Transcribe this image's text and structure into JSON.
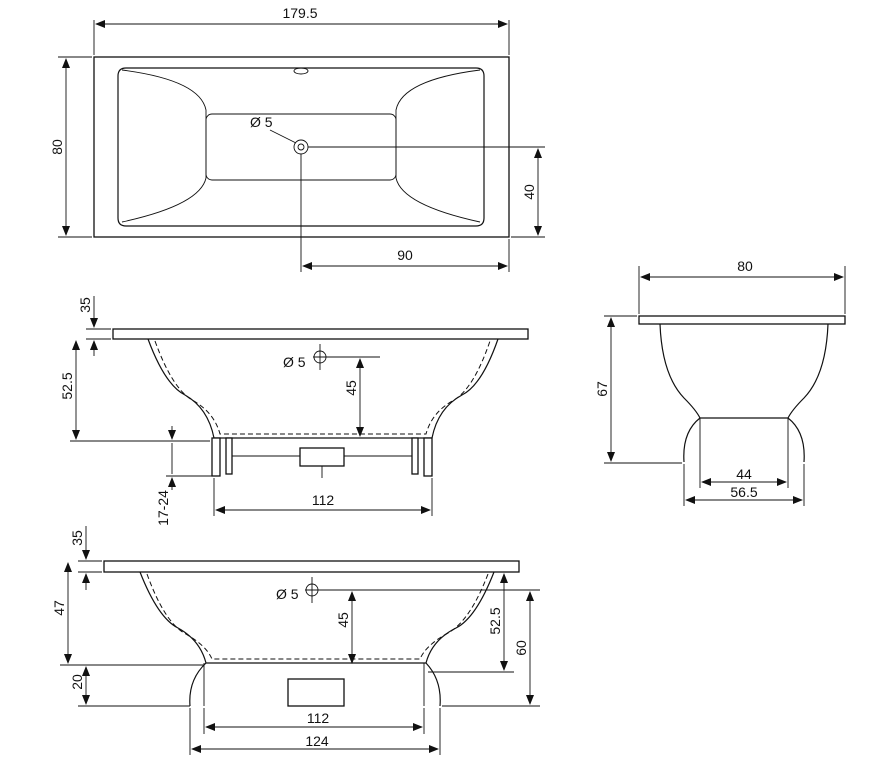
{
  "top_view": {
    "length": "179.5",
    "width": "80",
    "drain_diameter": "Ø 5",
    "drain_offset_y": "40",
    "drain_offset_x": "90"
  },
  "side_view_1": {
    "rim": "35",
    "depth": "52.5",
    "drain_diameter": "Ø 5",
    "drain_height": "45",
    "feet_adjust": "17-24",
    "base_length": "112"
  },
  "end_view": {
    "width": "80",
    "height": "67",
    "inner_base": "44",
    "outer_base": "56.5"
  },
  "side_view_2": {
    "rim": "35",
    "depth": "47",
    "drain_diameter": "Ø 5",
    "drain_height": "45",
    "inner_depth": "52.5",
    "total_height": "60",
    "panel_height": "20",
    "base_inner": "112",
    "base_outer": "124"
  }
}
